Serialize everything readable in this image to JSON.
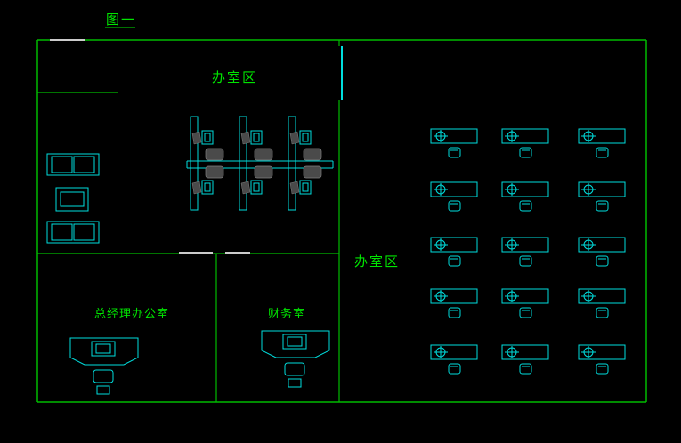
{
  "drawing": {
    "title": "图一",
    "areas": {
      "office_top": {
        "label": "办室区",
        "workstations": 6
      },
      "office_right": {
        "label": "办室区",
        "desk_rows": 5,
        "desk_columns": 3,
        "desks": 15
      },
      "manager_office": {
        "label": "总经理办公室"
      },
      "finance_room": {
        "label": "财务室"
      }
    },
    "colors": {
      "background": "#000000",
      "wall": "#00bb00",
      "text": "#00e400",
      "furniture": "#00dede",
      "chair_fill": "#4a4a4a",
      "chair_stroke": "#808080",
      "door": "#e8e8e8"
    }
  }
}
